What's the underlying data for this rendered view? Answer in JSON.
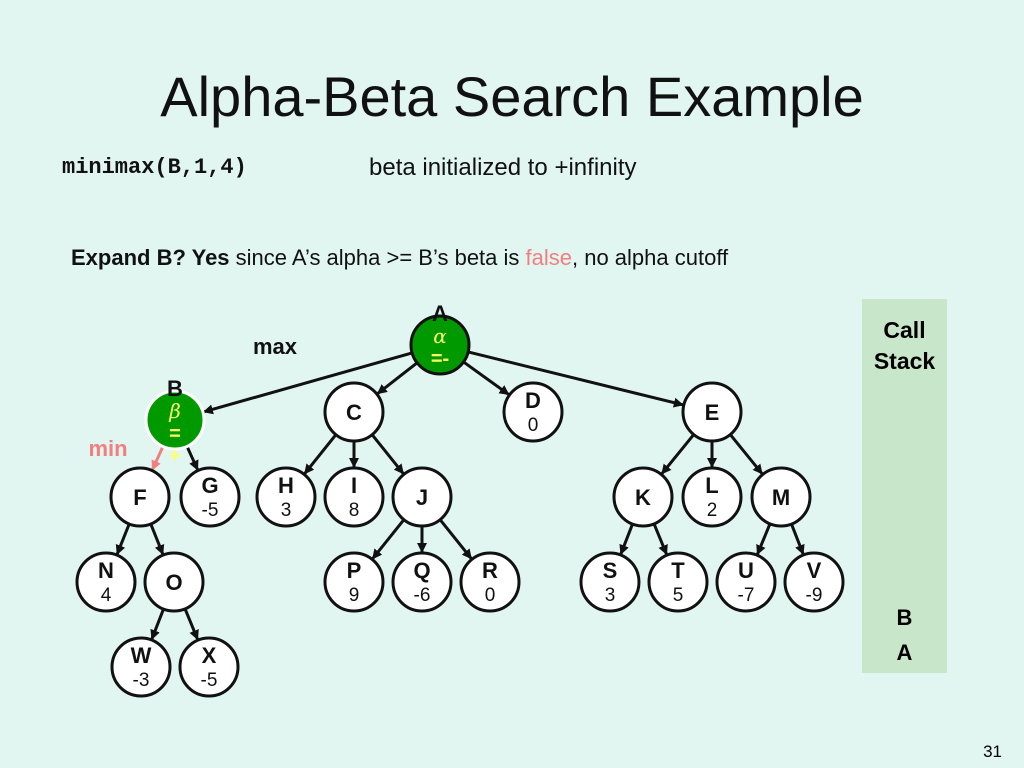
{
  "title": "Alpha-Beta Search Example",
  "call": "minimax(B,1,4)",
  "note": "beta initialized to +infinity",
  "expand": {
    "bold": "Expand B? Yes",
    "text1": " since A’s alpha >= B’s beta is ",
    "false_word": "false",
    "text2": ", no alpha cutoff"
  },
  "labels": {
    "max": "max",
    "min": "min"
  },
  "colors": {
    "background": "#e1f6f1",
    "active_node": "#009900",
    "greek": "#ffff66",
    "min_label": "#f08080",
    "call_stack": "#c8e6c9"
  },
  "call_stack": {
    "title": "Call Stack",
    "items": [
      "B",
      "A"
    ]
  },
  "page_number": "31",
  "nodes": [
    {
      "id": "A",
      "value": "",
      "active": true,
      "greek": "α",
      "greek_value": "=-"
    },
    {
      "id": "B",
      "value": "",
      "active": true,
      "greek": "β",
      "greek_value": "=",
      "greek_extra": "+"
    },
    {
      "id": "C",
      "value": "",
      "parent": "A"
    },
    {
      "id": "D",
      "value": "0",
      "parent": "A"
    },
    {
      "id": "E",
      "value": "",
      "parent": "A"
    },
    {
      "id": "F",
      "value": "",
      "parent": "B"
    },
    {
      "id": "G",
      "value": "-5",
      "parent": "B"
    },
    {
      "id": "H",
      "value": "3",
      "parent": "C"
    },
    {
      "id": "I",
      "value": "8",
      "parent": "C"
    },
    {
      "id": "J",
      "value": "",
      "parent": "C"
    },
    {
      "id": "K",
      "value": "",
      "parent": "E"
    },
    {
      "id": "L",
      "value": "2",
      "parent": "E"
    },
    {
      "id": "M",
      "value": "",
      "parent": "E"
    },
    {
      "id": "N",
      "value": "4",
      "parent": "F"
    },
    {
      "id": "O",
      "value": "",
      "parent": "F"
    },
    {
      "id": "P",
      "value": "9",
      "parent": "J"
    },
    {
      "id": "Q",
      "value": "-6",
      "parent": "J"
    },
    {
      "id": "R",
      "value": "0",
      "parent": "J"
    },
    {
      "id": "S",
      "value": "3",
      "parent": "K"
    },
    {
      "id": "T",
      "value": "5",
      "parent": "K"
    },
    {
      "id": "U",
      "value": "-7",
      "parent": "M"
    },
    {
      "id": "V",
      "value": "-9",
      "parent": "M"
    },
    {
      "id": "W",
      "value": "-3",
      "parent": "O"
    },
    {
      "id": "X",
      "value": "-5",
      "parent": "O"
    }
  ],
  "edges_extra": [
    {
      "from": "A",
      "to": "B"
    }
  ],
  "highlight_edge": {
    "from": "B",
    "to": "F"
  }
}
